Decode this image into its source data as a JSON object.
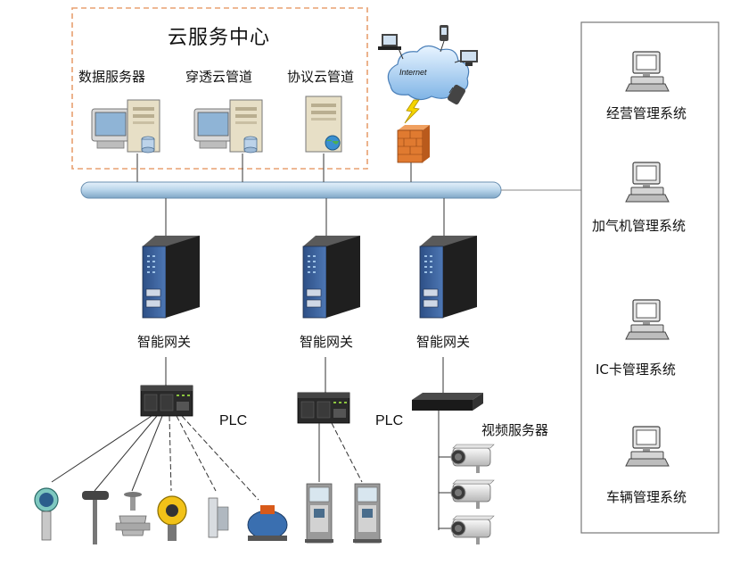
{
  "cloud_center": {
    "title": "云服务中心",
    "servers": [
      {
        "label": "数据服务器",
        "icon": "server-workstation-icon"
      },
      {
        "label": "穿透云管道",
        "icon": "server-workstation-icon"
      },
      {
        "label": "协议云管道",
        "icon": "server-tower-globe-icon"
      }
    ]
  },
  "internet": {
    "label": "Internet",
    "icon": "internet-cloud-icon"
  },
  "firewall": {
    "icon": "firewall-icon"
  },
  "gateways": [
    {
      "label": "智能网关",
      "icon": "gateway-device-icon"
    },
    {
      "label": "智能网关",
      "icon": "gateway-device-icon"
    },
    {
      "label": "智能网关",
      "icon": "gateway-device-icon"
    }
  ],
  "plc_left": {
    "label": "PLC"
  },
  "plc_mid": {
    "label": "PLC"
  },
  "video_server": {
    "label": "视频服务器"
  },
  "side_systems": [
    {
      "label": "经营管理系统",
      "icon": "computer-icon"
    },
    {
      "label": "加气机管理系统",
      "icon": "computer-icon"
    },
    {
      "label": "IC卡管理系统",
      "icon": "computer-icon"
    },
    {
      "label": "车辆管理系统",
      "icon": "computer-icon"
    }
  ],
  "sensors": [
    "pressure-transmitter-icon",
    "temperature-sensor-icon",
    "valve-icon",
    "gas-detector-icon",
    "level-gauge-icon",
    "pump-icon"
  ],
  "colors": {
    "bus": "#b8d4ea",
    "cloud_border": "#e8a070",
    "gateway": "#2b2b2b",
    "firewall": "#e07a30"
  }
}
